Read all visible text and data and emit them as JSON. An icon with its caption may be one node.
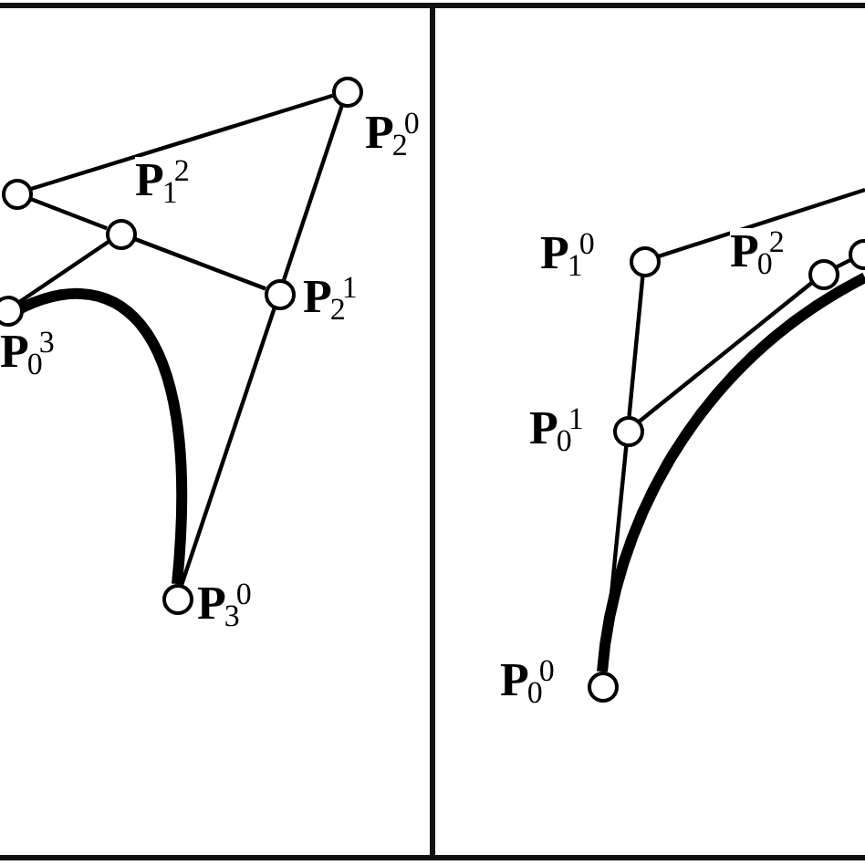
{
  "diagram": {
    "nodes": [
      {
        "text": [],
        "shape": "circle",
        "beside": [
          "**P**$_{2}$$^{0}$"
        ]
      },
      {
        "text": [],
        "shape": "circle"
      },
      {
        "text": [],
        "shape": "circle",
        "beside": [
          "**P**$_{1}$$^{2}$"
        ]
      },
      {
        "text": [],
        "shape": "circle",
        "beside": [
          "**P**$_{2}$$^{1}$"
        ]
      },
      {
        "text": [],
        "shape": "circle",
        "beside": [
          "**P**$_{0}$$^{3}$"
        ]
      },
      {
        "text": [],
        "shape": "circle",
        "beside": [
          "**P**$_{3}$$^{0}$"
        ]
      },
      {
        "text": [],
        "shape": "circle",
        "beside": [
          "**P**$_{1}$$^{0}$"
        ]
      },
      {
        "text": [],
        "shape": "circle",
        "beside": [
          "**P**$_{0}$$^{2}$"
        ]
      },
      {
        "text": [],
        "shape": "circle"
      },
      {
        "text": [],
        "shape": "circle",
        "beside": [
          "**P**$_{0}$$^{1}$"
        ]
      },
      {
        "text": [],
        "shape": "circle",
        "beside": [
          "**P**$_{0}$$^{0}$"
        ]
      }
    ],
    "edges": [
      {
        "from": 1,
        "to": 0,
        "arrow": "none"
      },
      {
        "from": 0,
        "to": 3,
        "arrow": "none"
      },
      {
        "from": 3,
        "to": 5,
        "arrow": "none"
      },
      {
        "from": 1,
        "to": 2,
        "arrow": "none"
      },
      {
        "from": 2,
        "to": 3,
        "arrow": "none"
      },
      {
        "from": 4,
        "to": 2,
        "arrow": "none"
      },
      {
        "from": 6,
        "to": 9,
        "arrow": "none"
      },
      {
        "from": 9,
        "to": 10,
        "arrow": "none"
      },
      {
        "from": 9,
        "to": 7,
        "arrow": "none"
      },
      {
        "from": 7,
        "to": 8,
        "arrow": "none"
      },
      {
        "from": 6,
        "to": null,
        "arrow": "none"
      }
    ]
  }
}
